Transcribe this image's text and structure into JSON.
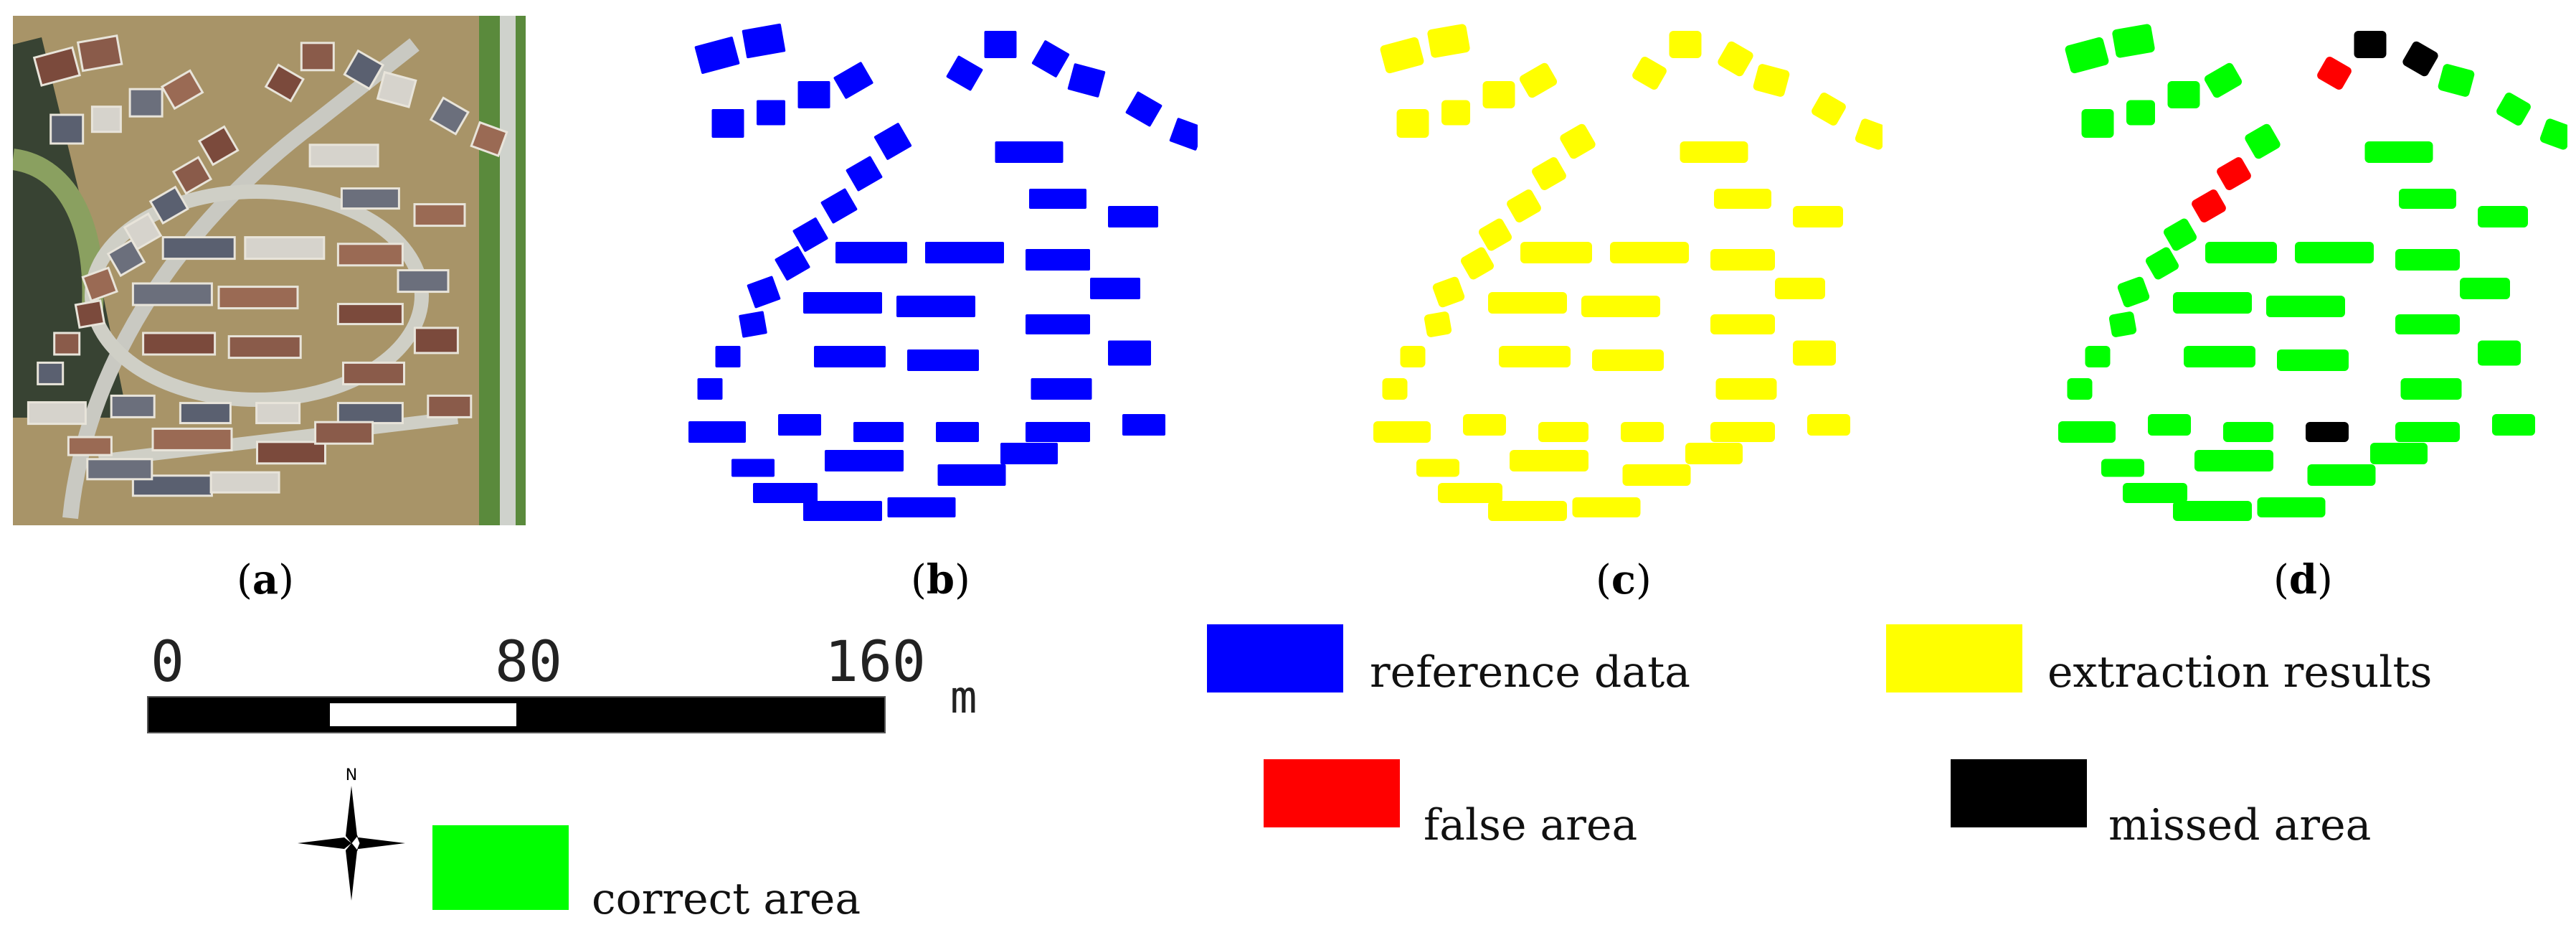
{
  "captions": {
    "a": "a",
    "b": "b",
    "c": "c",
    "d": "d"
  },
  "scale_bar": {
    "labels": [
      "0",
      "80",
      "160"
    ],
    "unit": "m"
  },
  "north_arrow": {
    "label": "N",
    "icon": "north-arrow-icon"
  },
  "legend": {
    "reference": {
      "label": "reference data",
      "color": "#0000ff"
    },
    "extraction": {
      "label": "extraction results",
      "color": "#ffff00"
    },
    "false_area": {
      "label": "false area",
      "color": "#ff0000"
    },
    "missed_area": {
      "label": "missed area",
      "color": "#000000"
    },
    "correct_area": {
      "label": "correct area",
      "color": "#00ff00"
    }
  }
}
